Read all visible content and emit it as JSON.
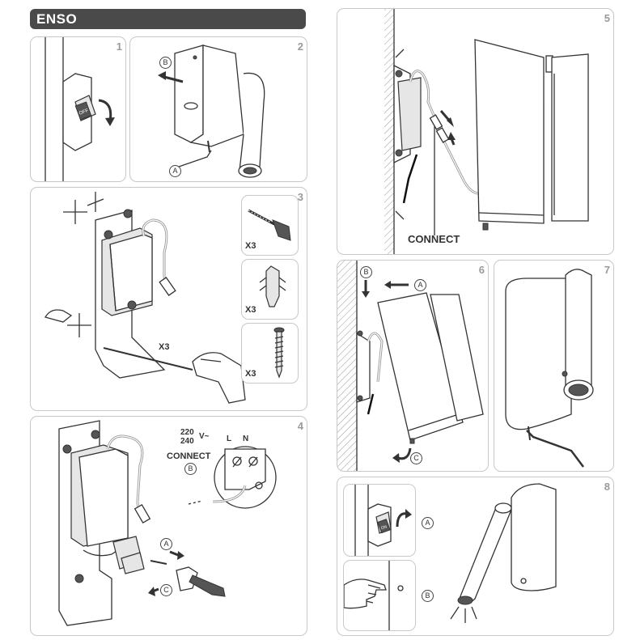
{
  "brand": {
    "name": "ENSO"
  },
  "steps": [
    {
      "number": "1"
    },
    {
      "number": "2",
      "callouts": {
        "a": "A",
        "b": "B"
      }
    },
    {
      "number": "3",
      "quantity_main": "X3",
      "kit": [
        {
          "quantity": "X3",
          "icon": "drill-icon"
        },
        {
          "quantity": "X3",
          "icon": "wall-plug-icon"
        },
        {
          "quantity": "X3",
          "icon": "screw-icon"
        }
      ]
    },
    {
      "number": "4",
      "voltage_top": "220",
      "voltage_bottom": "240",
      "voltage_unit": "V~",
      "terminal_l": "L",
      "terminal_n": "N",
      "connect_label": "CONNECT",
      "callouts": {
        "a": "A",
        "b": "B",
        "c": "C"
      }
    },
    {
      "number": "5",
      "connect_label": "CONNECT"
    },
    {
      "number": "6",
      "callouts": {
        "a": "A",
        "b": "B",
        "c": "C"
      }
    },
    {
      "number": "7"
    },
    {
      "number": "8",
      "switch_label": "ON",
      "callouts": {
        "a": "A",
        "b": "B"
      }
    }
  ],
  "colors": {
    "brand_bar": "#4a4a4a",
    "panel_border": "#c8c8c8",
    "step_number": "#9a9a9a",
    "cable": "#999999"
  }
}
